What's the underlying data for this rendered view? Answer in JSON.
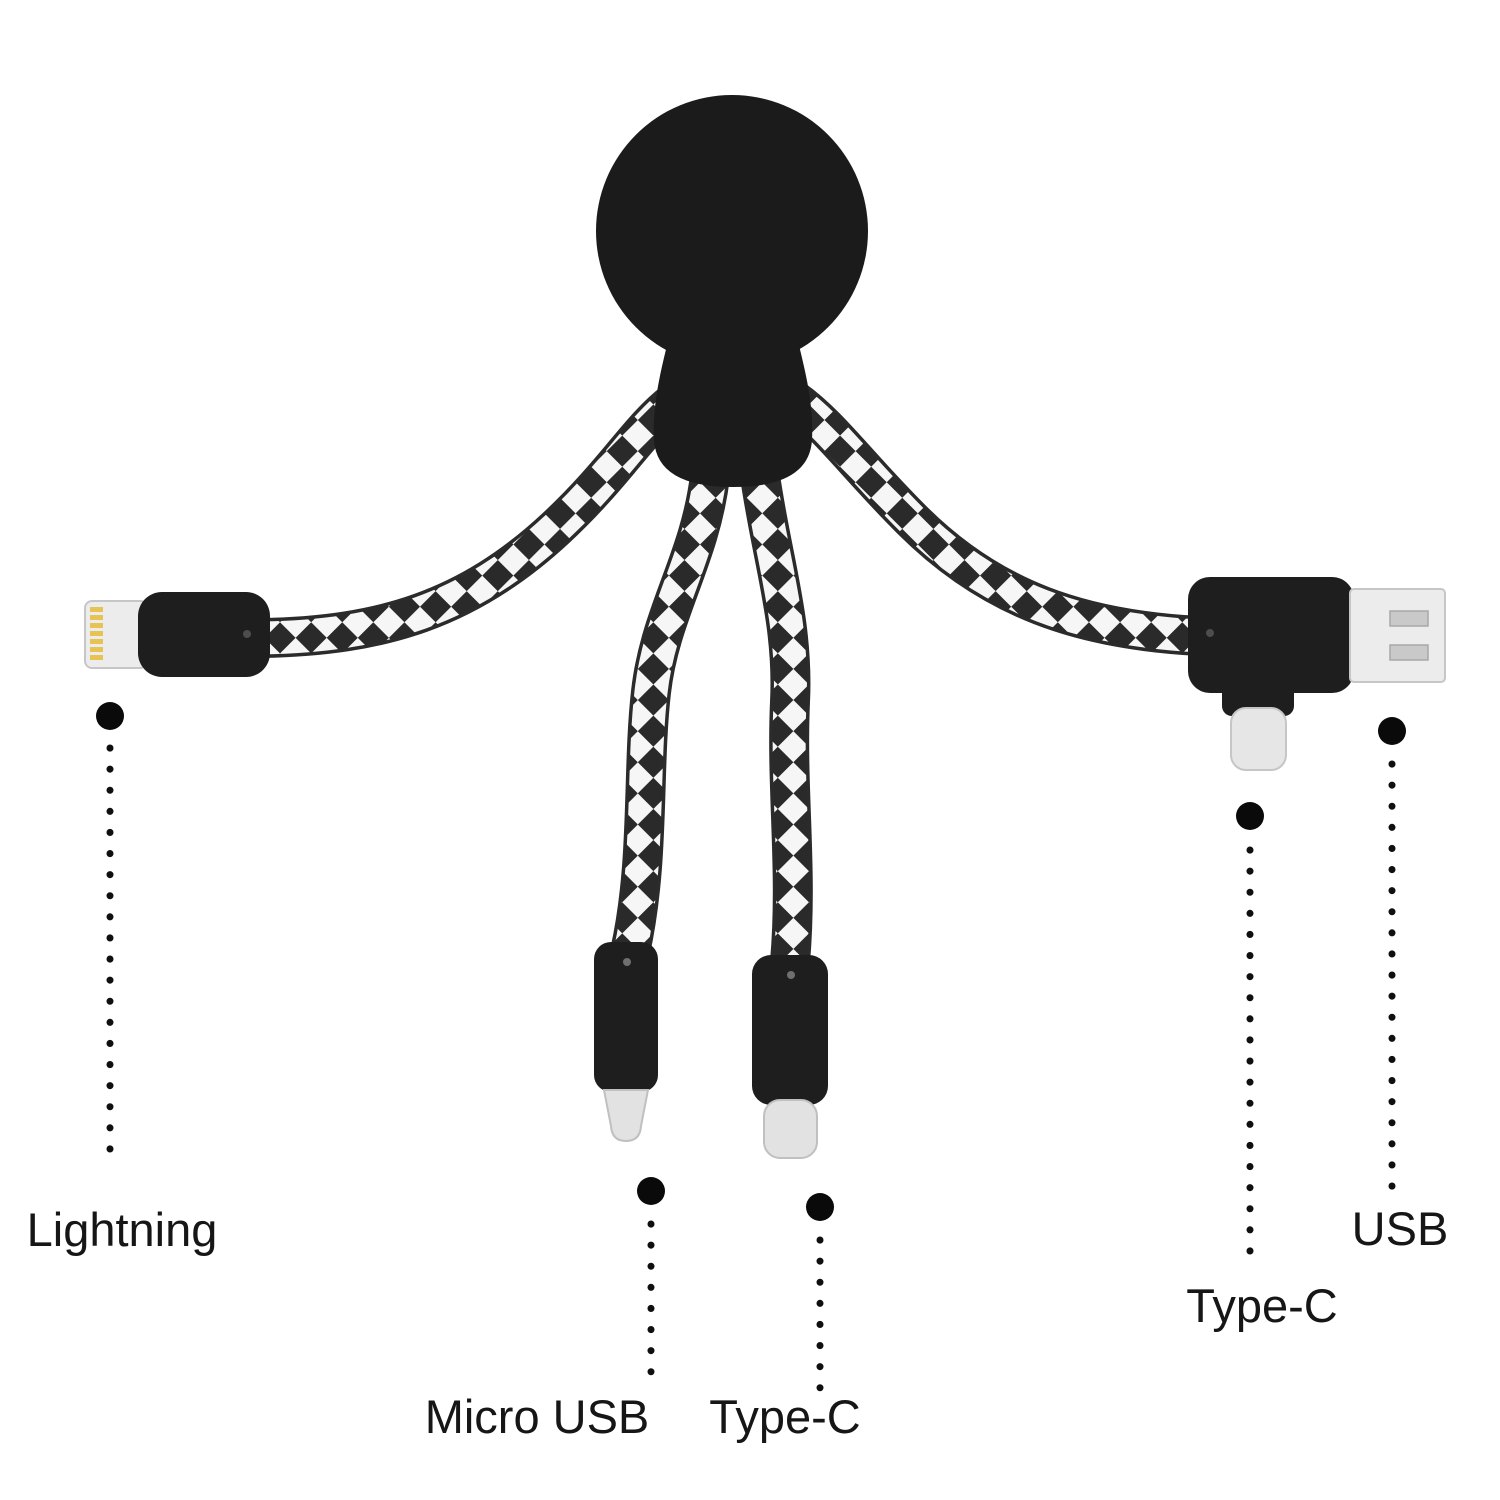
{
  "diagram": {
    "subject": "octopus-style multi charging cable with five connectors",
    "labels": {
      "lightning": "Lightning",
      "micro_usb": "Micro USB",
      "type_c_bottom": "Type-C",
      "type_c_right": "Type-C",
      "usb": "USB"
    },
    "colors": {
      "background": "#ffffff",
      "figure_body": "#1b1b1b",
      "cable_dark": "#2a2a2a",
      "cable_light": "#f6f6f6",
      "connector_black": "#1e1e1e",
      "metal": "#ececec",
      "metal_edge": "#c6c6c6",
      "gold_pins": "#e6c353",
      "label_text": "#161616",
      "marker_dot": "#0a0a0a"
    }
  }
}
